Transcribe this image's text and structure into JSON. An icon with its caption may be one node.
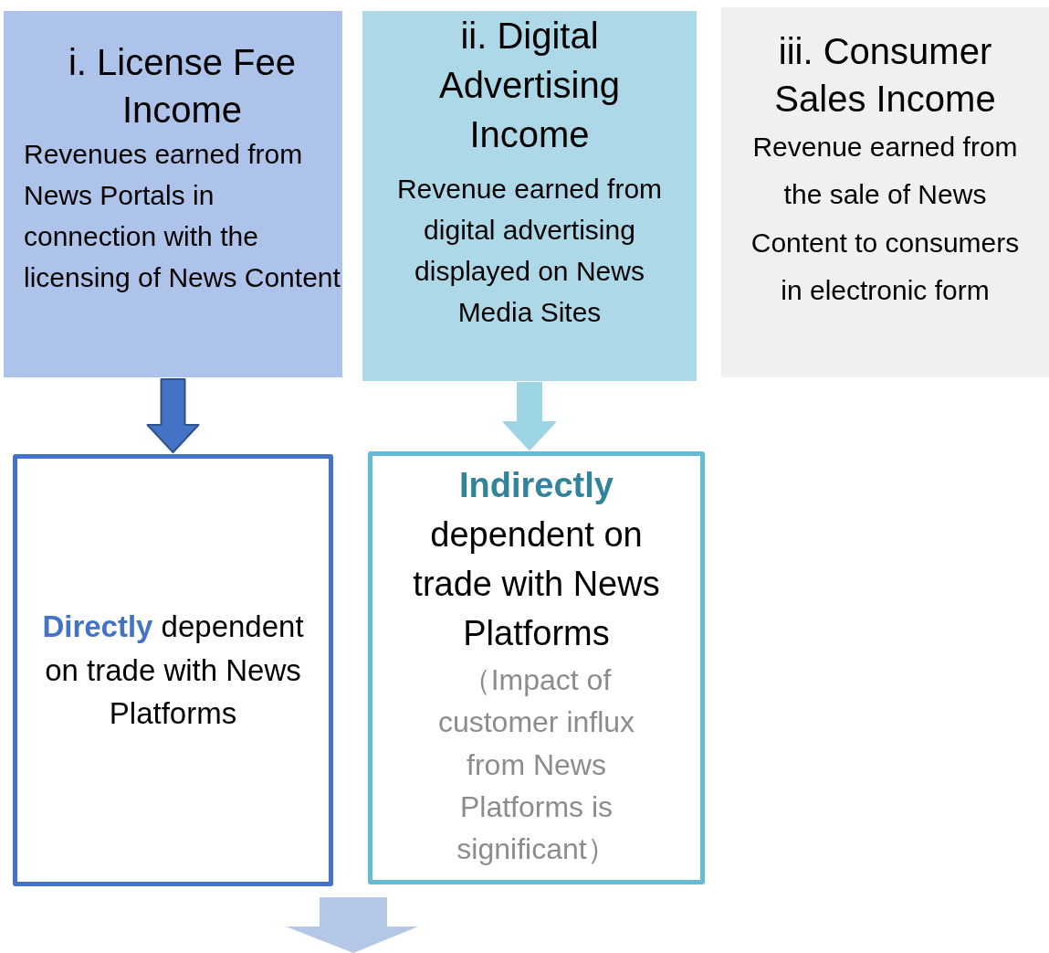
{
  "diagram": {
    "nodes": [
      {
        "text": [
          "i. License Fee Income",
          "Revenues earned from News Portals in connection with the licensing of News Content"
        ]
      },
      {
        "text": [
          "ii. Digital Advertising Income",
          "Revenue earned from digital advertising displayed on News Media Sites"
        ]
      },
      {
        "text": [
          "iii.  Consumer Sales Income",
          "Revenue earned from the sale of News Content to consumers in electronic form"
        ]
      },
      {
        "text": [
          "**Directly** dependent on trade with News Platforms"
        ]
      },
      {
        "text": [
          "**Indirectly** dependent on trade with News Platforms",
          "（Impact of customer influx from News Platforms is significant）"
        ]
      }
    ],
    "edges": [
      {
        "from": 0,
        "to": 3,
        "arrow": "to",
        "style": "thick",
        "color": "#4472c4"
      },
      {
        "from": 1,
        "to": 4,
        "arrow": "to",
        "style": "thick",
        "color": "#9dd5e5"
      }
    ]
  }
}
